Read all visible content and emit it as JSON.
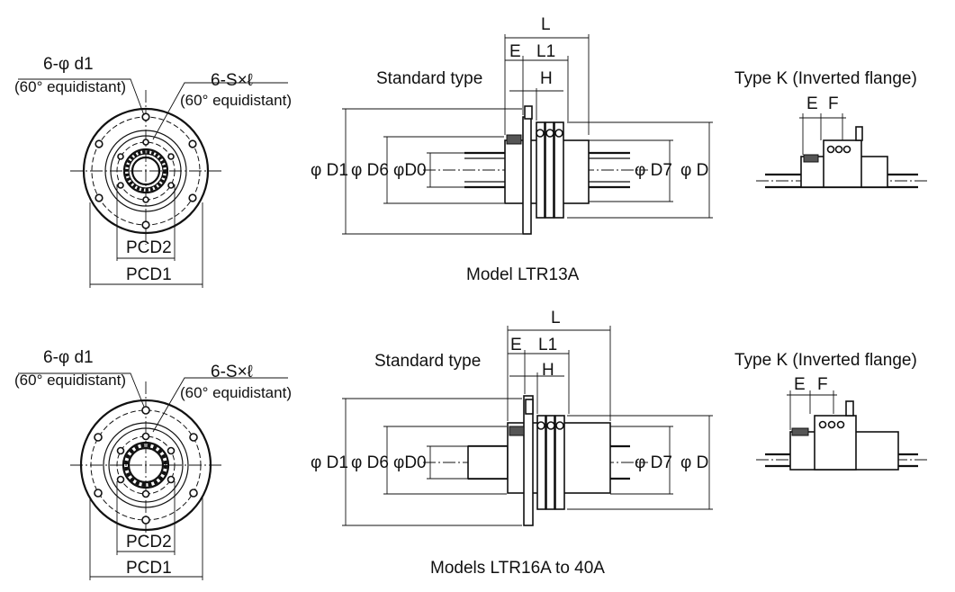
{
  "top": {
    "flange_view": {
      "hole_label_line1": "6-φ d1",
      "hole_label_line2": "(60° equidistant)",
      "tap_label_line1": "6-S×ℓ",
      "tap_label_line2": "(60° equidistant)",
      "pcd2": "PCD2",
      "pcd1": "PCD1"
    },
    "standard_type": {
      "title": "Standard type",
      "dims": {
        "L": "L",
        "E": "E",
        "L1": "L1",
        "H": "H",
        "D1": "φ D1",
        "D6": "φ D6",
        "D0": "φD0",
        "D7": "φ D7",
        "D": "φ D"
      }
    },
    "type_k": {
      "title": "Type K (Inverted flange)",
      "dims": {
        "E": "E",
        "F": "F"
      }
    },
    "caption": "Model LTR13A"
  },
  "bottom": {
    "flange_view": {
      "hole_label_line1": "6-φ d1",
      "hole_label_line2": "(60° equidistant)",
      "tap_label_line1": "6-S×ℓ",
      "tap_label_line2": "(60° equidistant)",
      "pcd2": "PCD2",
      "pcd1": "PCD1"
    },
    "standard_type": {
      "title": "Standard type",
      "dims": {
        "L": "L",
        "E": "E",
        "L1": "L1",
        "H": "H",
        "D1": "φ D1",
        "D6": "φ D6",
        "D0": "φD0",
        "D7": "φ D7",
        "D": "φ D"
      }
    },
    "type_k": {
      "title": "Type K (Inverted flange)",
      "dims": {
        "E": "E",
        "F": "F"
      }
    },
    "caption": "Models LTR16A to 40A"
  }
}
